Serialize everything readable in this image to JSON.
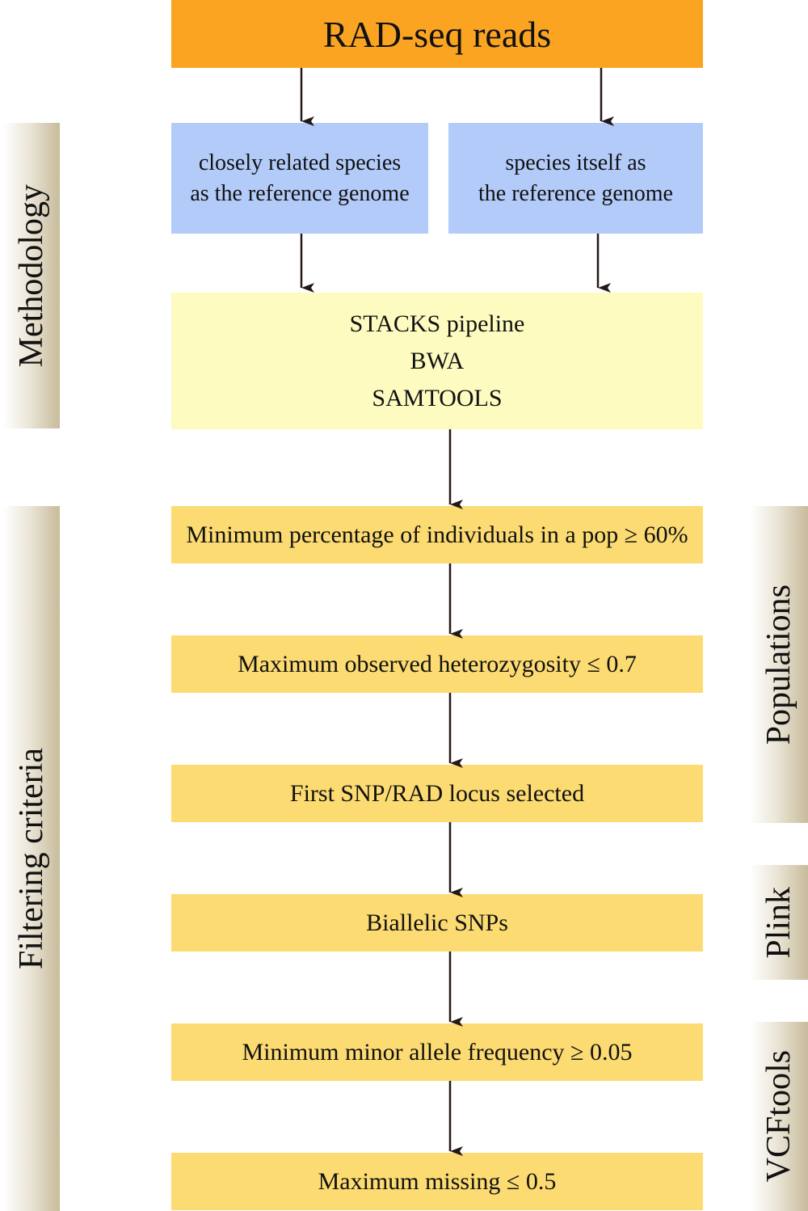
{
  "title_box": {
    "label": "RAD-seq reads"
  },
  "reference_options": [
    {
      "line1": "closely related species",
      "line2": "as the reference genome"
    },
    {
      "line1": "species itself as",
      "line2": "the reference genome"
    }
  ],
  "pipeline_box": {
    "lines": [
      "STACKS pipeline",
      "BWA",
      "SAMTOOLS"
    ]
  },
  "filter_steps": [
    "Minimum percentage of individuals in a pop ≥ 60%",
    "Maximum observed heterozygosity ≤ 0.7",
    "First SNP/RAD locus selected",
    "Biallelic SNPs",
    "Minimum minor allele frequency ≥ 0.05",
    "Maximum missing ≤ 0.5"
  ],
  "left_labels": {
    "methodology": "Methodology",
    "filtering": "Filtering criteria"
  },
  "right_labels": {
    "populations": "Populations",
    "plink": "Plink",
    "vcftools": "VCFtools"
  },
  "colors": {
    "title_fill": "#fba422",
    "reference_fill": "#b3cbf9",
    "pipeline_fill": "#fdfbbf",
    "filter_fill": "#fcdb72",
    "arrow": "#231815"
  }
}
